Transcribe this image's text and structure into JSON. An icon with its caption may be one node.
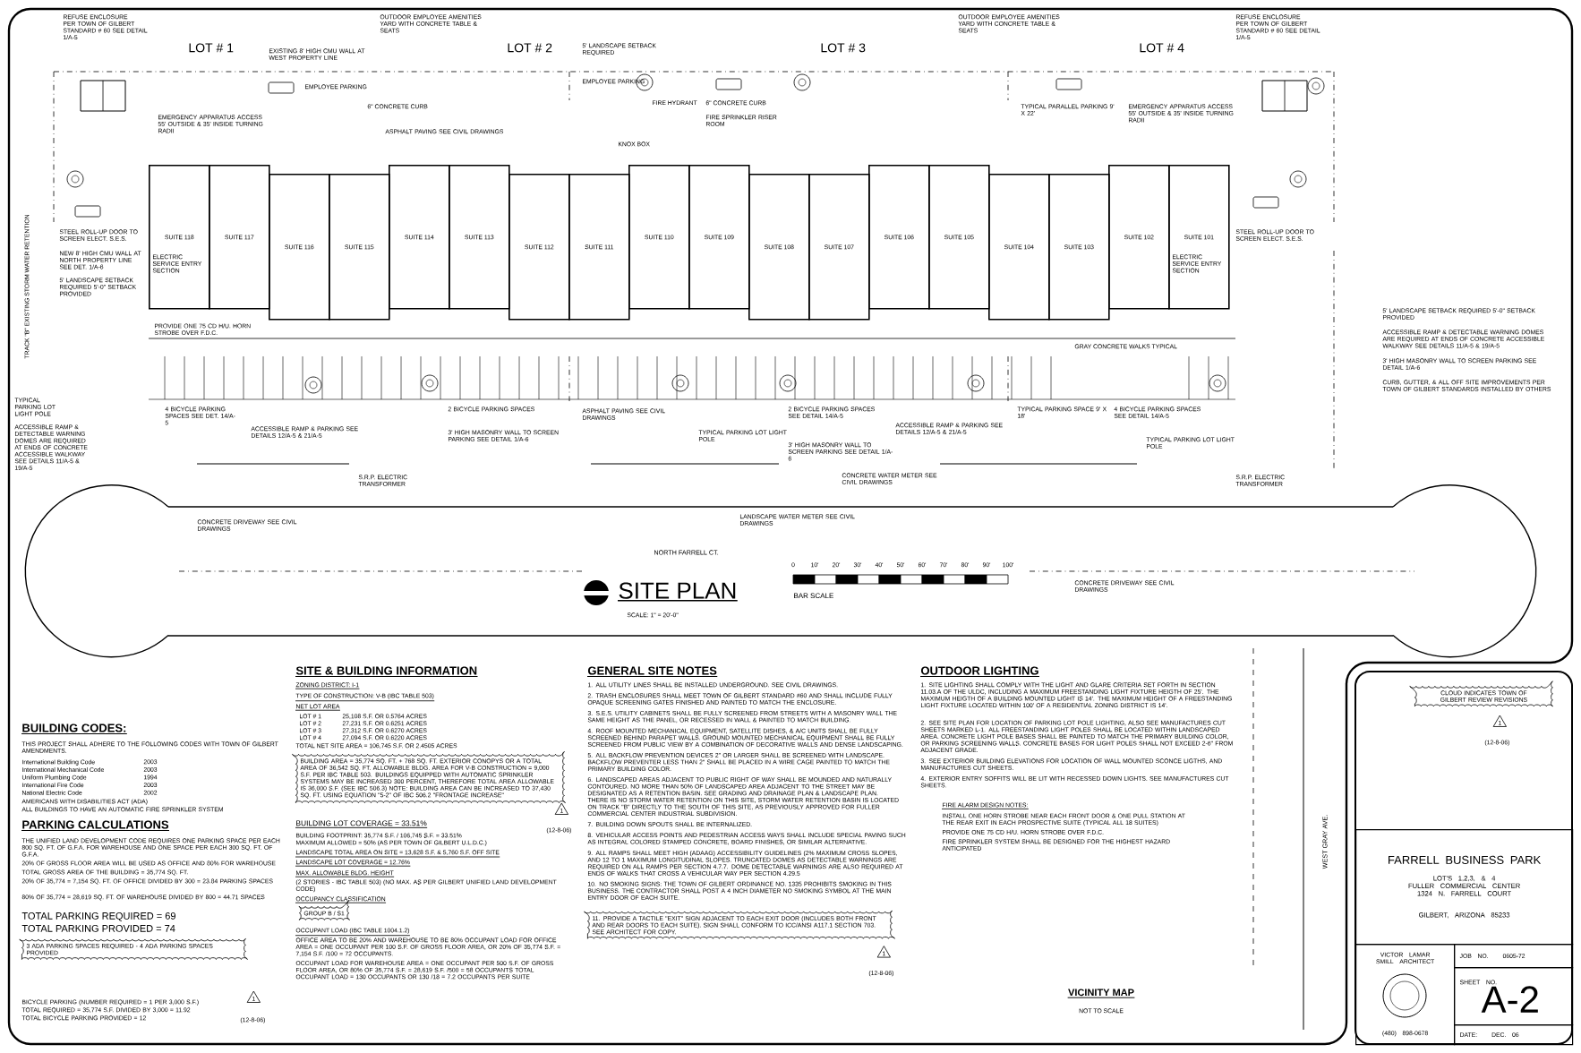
{
  "diagram": {
    "nodes": [
      {
        "text": [
          "SUITE 118"
        ]
      },
      {
        "text": [
          "SUITE 117"
        ]
      },
      {
        "text": [
          "SUITE 116"
        ]
      },
      {
        "text": [
          "SUITE 115"
        ]
      },
      {
        "text": [
          "SUITE 114"
        ]
      },
      {
        "text": [
          "SUITE 113"
        ]
      },
      {
        "text": [
          "SUITE 112"
        ]
      },
      {
        "text": [
          "SUITE 111"
        ]
      },
      {
        "text": [
          "SUITE 110"
        ]
      },
      {
        "text": [
          "SUITE 109"
        ]
      },
      {
        "text": [
          "SUITE 108"
        ]
      },
      {
        "text": [
          "SUITE 107"
        ]
      },
      {
        "text": [
          "SUITE 106"
        ]
      },
      {
        "text": [
          "SUITE 105"
        ]
      },
      {
        "text": [
          "SUITE 104"
        ]
      },
      {
        "text": [
          "SUITE 103"
        ]
      },
      {
        "text": [
          "SUITE 102"
        ]
      },
      {
        "text": [
          "SUITE 101"
        ]
      },
      {
        "text": [
          "BUILDING AREA = 35,774 SQ. FT. + 768 SQ. FT. EXTERIOR CONOPYS OR A TOTAL AREA OF 36,542 SQ. FT. ALLOWABLE BLDG. AREA FOR V-B CONSTRUCTION = 9,000 S.F. PER IBC TABLE 503. BUILDINGS EQUIPPED WITH AUTOMATIC SPRINKLER SYSTEMS MAY BE INCREASED 300 PERCENT, THEREFORE TOTAL AREA ALLOWABLE IS 36,000 S.F. (SEE IBC 506.3) NOTE: BUILDING AREA CAN BE INCREASED TO 37,430 SQ. FT. USING EQUATION \"5-2\" OF IBC 506.2 \"FRONTAGE INCREASE\""
        ]
      },
      {
        "text": [
          "3 ADA PARKING SPACES REQUIRED - 4 ADA PARKING SPACES PROVIDED"
        ]
      },
      {
        "text": [
          "GROUP B / S1"
        ]
      },
      {
        "text": [
          "11. PROVIDE A TACTILE \"EXIT\" SIGN ADJACENT TO EACH EXIT DOOR (INCLUDES BOTH FRONT AND REAR DOORS TO EACH SUITE). SIGN SHALL CONFORM TO ICC/ANSI A117.1 SECTION 703. SEE ARCHITECT FOR COPY."
        ]
      },
      {
        "text": [
          "CLOUD INDICATES TOWN OF GILBERT REVIEW REVISIONS"
        ]
      },
      {
        "text": [
          "FARRELL BUSINESS PARK",
          "LOT'S 1,2,3, & 4",
          "FULLER COMMERCIAL CENTER",
          "1324 N. FARRELL COURT",
          "GILBERT, ARIZONA 85233"
        ]
      },
      {
        "text": [
          "VICTOR LAMAR SMILL ARCHITECT",
          "(480) 898-0678"
        ]
      },
      {
        "text": [
          "JOB NO.",
          "0605-72"
        ]
      },
      {
        "text": [
          "SHEET NO.",
          "A-2"
        ]
      },
      {
        "text": [
          "DATE:",
          "DEC. 06"
        ]
      }
    ],
    "labels": [
      "LOT # 1",
      "LOT # 2",
      "LOT # 3",
      "LOT # 4",
      "TRACK \"B\" EXISTING STORM WATER RETENTION",
      "REFUSE ENCLOSURE PER TOWN OF GILBERT STANDARD # 60 SEE DETAIL 1/A-5",
      "EXISTING 8' HIGH CMU WALL AT WEST PROPERTY LINE",
      "EMPLOYEE PARKING",
      "OUTDOOR EMPLOYEE AMENITIES YARD WITH CONCRETE TABLE & SEATS",
      "EMERGENCY APPARATUS ACCESS 55' OUTSIDE & 35' INSIDE TURNING RADII",
      "6\" CONCRETE CURB",
      "ASPHALT PAVING SEE CIVIL DRAWINGS",
      "5' LANDSCAPE SETBACK REQUIRED",
      "EMPLOYEE PARKING",
      "FIRE HYDRANT",
      "6\" CONCRETE CURB",
      "FIRE SPRINKLER RISER ROOM",
      "KNOX BOX",
      "TYPICAL PARALLEL PARKING 9' X 22'",
      "EMERGENCY APPARATUS ACCESS 55' OUTSIDE & 35' INSIDE TURNING RADII",
      "OUTDOOR EMPLOYEE AMENITIES YARD WITH CONCRETE TABLE & SEATS",
      "REFUSE ENCLOSURE PER TOWN OF GILBERT STANDARD # 60 SEE DETAIL 1/A-5",
      "STEEL ROLL-UP DOOR TO SCREEN ELECT. S.E.S.",
      "NEW 8' HIGH CMU WALL AT NORTH PROPERTY LINE SEE DET. 1/A-6",
      "ELECTRIC SERVICE ENTRY SECTION",
      "PROVIDE ONE 75 CD H/U. HORN STROBE OVER F.D.C.",
      "5' LANDSCAPE SETBACK REQUIRED 5'-0\" SETBACK PROVIDED",
      "4 BICYCLE PARKING SPACES SEE DET. 14/A-5",
      "ACCESSIBLE RAMP & PARKING SEE DETAILS 12/A-5 & 21/A-5",
      "2 BICYCLE PARKING SPACES",
      "3' HIGH MASONRY WALL TO SCREEN PARKING SEE DETAIL 1/A-6",
      "ASPHALT PAVING SEE CIVIL DRAWINGS",
      "TYPICAL PARKING LOT LIGHT POLE",
      "TYPICAL PARKING LOT LIGHT POLE",
      "ACCESSIBLE RAMP & DETECTABLE WARNING DOMES ARE REQUIRED AT ENDS OF CONCRETE ACCESSIBLE WALKWAY SEE DETAILS 11/A-5 & 19/A-5",
      "S.R.P. ELECTRIC TRANSFORMER",
      "GRAY CONCRETE WALKS TYPICAL",
      "2 BICYCLE PARKING SPACES SEE DETAIL 14/A-5",
      "ACCESSIBLE RAMP & PARKING SEE DETAILS 12/A-5 & 21/A-5",
      "TYPICAL PARKING SPACE 9' X 18'",
      "4 BICYCLE PARKING SPACES SEE DETAIL 14/A-5",
      "3' HIGH MASONRY WALL TO SCREEN PARKING SEE DETAIL 1/A-6",
      "TYPICAL PARKING LOT LIGHT POLE",
      "CONCRETE WATER METER SEE CIVIL DRAWINGS",
      "S.R.P. ELECTRIC TRANSFORMER",
      "STEEL ROLL-UP DOOR TO SCREEN ELECT. S.E.S.",
      "ELECTRIC SERVICE ENTRY SECTION",
      "5' LANDSCAPE SETBACK REQUIRED 5'-0\" SETBACK PROVIDED",
      "ACCESSIBLE RAMP & DETECTABLE WARNING DOMES ARE REQUIRED AT ENDS OF CONCRETE ACCESSIBLE WALKWAY SEE DETAILS 11/A-5 & 19/A-5",
      "3' HIGH MASONRY WALL TO SCREEN PARKING SEE DETAIL 1/A-6",
      "CURB, GUTTER, & ALL OFF SITE IMPROVEMENTS PER TOWN OF GILBERT STANDARDS INSTALLED BY OTHERS",
      "CONCRETE DRIVEWAY SEE CIVIL DRAWINGS",
      "LANDSCAPE WATER METER SEE CIVIL DRAWINGS",
      "NORTH FARRELL CT.",
      "CONCRETE DRIVEWAY SEE CIVIL DRAWINGS",
      "SITE PLAN",
      "SCALE: 1\" = 20'-0\"",
      "BAR SCALE",
      "0",
      "10'",
      "20'",
      "30'",
      "40'",
      "50'",
      "60'",
      "70'",
      "80'",
      "90'",
      "100'",
      "WEST GRAY AVE.",
      "VICINITY MAP",
      "NOT TO SCALE",
      "BUILDING CODES:",
      "THIS PROJECT SHALL ADHERE TO THE FOLLOWING CODES WITH TOWN OF GILBERT AMENDMENTS.",
      "International Building Code",
      "2003",
      "International Mechanical Code",
      "2003",
      "Uniform Plumbing Code",
      "1994",
      "International Fire Code",
      "2003",
      "National Electric Code",
      "2002",
      "AMERICANS WITH DISABILITIES ACT (ADA)",
      "ALL BUILDINGS TO HAVE AN AUTOMATIC FIRE SPRINKLER SYSTEM",
      "PARKING CALCULATIONS",
      "THE UNIFIED LAND DEVELOPMENT CODE REQUIRES ONE PARKING SPACE PER EACH 800 SQ. FT. OF G.F.A. FOR WAREHOUSE AND ONE SPACE PER EACH 300 SQ. FT. OF G.F.A.",
      "20% OF GROSS FLOOR AREA WILL BE USED AS OFFICE AND 80% FOR WAREHOUSE",
      "TOTAL GROSS AREA OF THE BUILDING = 35,774 SQ. FT.",
      "20% OF 35,774 = 7,154 SQ. FT. OF OFFICE DIVIDED BY 300 = 23.84 PARKING SPACES",
      "80% OF 35,774 = 28,619 SQ. FT. OF WAREHOUSE DIVIDED BY 800 = 44.71 SPACES",
      "TOTAL PARKING REQUIRED = 69",
      "TOTAL PARKING PROVIDED = 74",
      "BICYCLE PARKING (NUMBER REQUIRED = 1 PER 3,000 S.F.)",
      "TOTAL REQUIRED = 35,774 S.F. DIVIDED BY 3,000 = 11.92",
      "TOTAL BICYCLE PARKING PROVIDED = 12",
      "1",
      "(12-8-06)",
      "SITE & BUILDING INFORMATION",
      "ZONING DISTRICT: I-1",
      "TYPE OF CONSTRUCTION: V-B (IBC TABLE 503)",
      "NET LOT AREA",
      "LOT # 1",
      "25,108 S.F. OR 0.5764 ACRES",
      "LOT # 2",
      "27,231 S.F. OR 0.6251 ACRES",
      "LOT # 3",
      "27,312 S.F. OR 0.6270 ACRES",
      "LOT # 4",
      "27,094 S.F. OR 0.6220 ACRES",
      "TOTAL NET SITE AREA = 106,745 S.F. OR 2.4505 ACRES",
      "1",
      "(12-8-06)",
      "BUILDING LOT COVERAGE = 33.51%",
      "BUILDING FOOTPRINT: 35,774 S.F. / 106,745 S.F. = 33.51%",
      "MAXIMUM ALLOWED = 50% (AS PER TOWN OF GILBERT U.L.D.C.)",
      "LANDSCAPE TOTAL AREA ON SITE = 13,628 S.F. & 5,760 S.F. OFF SITE",
      "LANDSCAPE LOT COVERAGE = 12.76%",
      "MAX. ALLOWABLE BLDG. HEIGHT",
      "(2 STORIES - IBC TABLE 503) (NO MAX. AS PER GILBERT UNIFIED LAND DEVELOPMENT CODE)",
      "OCCUPANCY CLASSIFICATION",
      "OCCUPANT LOAD (IBC TABLE 1004.1.2)",
      "OFFICE AREA TO BE 20% AND WAREHOUSE TO BE 80% OCCUPANT LOAD FOR OFFICE AREA = ONE OCCUPANT PER 100 S.F. OF GROSS FLOOR AREA, OR 20% OF 35,774 S.F. = 7,154 S.F. /100 = 72 OCCUPANTS.",
      "OCCUPANT LOAD FOR WAREHOUSE AREA = ONE OCCUPANT PER 500 S.F. OF GROSS FLOOR AREA, OR 80% OF 35,774 S.F. = 28,619 S.F. /500 = 58 OCCUPANTS TOTAL OCCUPANT LOAD = 130 OCCUPANTS OR 130 /18 = 7.2 OCCUPANTS PER SUITE",
      "GENERAL SITE NOTES",
      "1. ALL UTILITY LINES SHALL BE INSTALLED UNDERGROUND. SEE CIVIL DRAWINGS.",
      "2. TRASH ENCLOSURES SHALL MEET TOWN OF GILBERT STANDARD #60 AND SHALL INCLUDE FULLY OPAQUE SCREENING GATES FINISHED AND PAINTED TO MATCH THE ENCLOSURE.",
      "3. S.E.S. UTILITY CABINETS SHALL BE FULLY SCREENED FROM STREETS WITH A MASONRY WALL THE SAME HEIGHT AS THE PANEL, OR RECESSED IN WALL & PAINTED TO MATCH BUILDING.",
      "4. ROOF MOUNTED MECHANICAL EQUIPMENT, SATELLITE DISHES, & A/C UNITS SHALL BE FULLY SCREENED BEHIND PARAPET WALLS. GROUND MOUNTED MECHANICAL EQUIPMENT SHALL BE FULLY SCREENED FROM PUBLIC VIEW BY A COMBINATION OF DECORATIVE WALLS AND DENSE LANDSCAPING.",
      "5. ALL BACKFLOW PREVENTION DEVICES 2\" OR LARGER SHALL BE SCREENED WITH LANDSCAPE. BACKFLOW PREVENTER LESS THAN 2\" SHALL BE PLACED IN A WIRE CAGE PAINTED TO MATCH THE PRIMARY BUILDING COLOR.",
      "6. LANDSCAPED AREAS ADJACENT TO PUBLIC RIGHT OF WAY SHALL BE MOUNDED AND NATURALLY CONTOURED. NO MORE THAN 50% OF LANDSCAPED AREA ADJACENT TO THE STREET MAY BE DESIGNATED AS A RETENTION BASIN. SEE GRADING AND DRAINAGE PLAN & LANDSCAPE PLAN. THERE IS NO STORM WATER RETENTION ON THIS SITE, STORM WATER RETENTION BASIN IS LOCATED ON TRACK \"B\" DIRECTLY TO THE SOUTH OF THIS SITE, AS PREVIOUSLY APPROVED FOR FULLER COMMERCIAL CENTER INDUSTRIAL SUBDIVISION.",
      "7. BUILDING DOWN SPOUTS SHALL BE INTERNALIZED.",
      "8. VEHICULAR ACCESS POINTS AND PEDESTRIAN ACCESS WAYS SHALL INCLUDE SPECIAL PAVING SUCH AS INTEGRAL COLORED STAMPED CONCRETE, BOARD FINISHES, OR SIMILAR ALTERNATIVE.",
      "9. ALL RAMPS SHALL MEET HIGH (ADAAG) ACCESSIBILITY GUIDELINES (2% MAXIMUM CROSS SLOPES, AND 12 TO 1 MAXIMUM LONGITUDINAL SLOPES. TRUNCATED DOMES AS DETECTABLE WARNINGS ARE REQUIRED ON ALL RAMPS PER SECTION 4.7.7. DOME DETECTABLE WARNINGS ARE ALSO REQUIRED AT ENDS OF WALKS THAT CROSS A VEHICULAR WAY PER SECTION 4.29.5",
      "10. NO SMOKING SIGNS: THE TOWN OF GILBERT ORDINANCE NO. 1335 PROHIBITS SMOKING IN THIS BUSINESS. THE CONTRACTOR SHALL POST A 4 INCH DIAMETER NO SMOKING SYMBOL AT THE MAIN ENTRY DOOR OF EACH SUITE.",
      "1",
      "(12-8-06)",
      "OUTDOOR LIGHTING",
      "1. SITE LIGHTING SHALL COMPLY WITH THE LIGHT AND GLARE CRITERIA SET FORTH IN SECTION 11.03.A OF THE ULDC, INCLUDING A MAXIMUM FREESTANDING LIGHT FIXTURE HEIGTH OF 25'. THE MAXIMUM HEIGTH OF A BUILDING MOUNTED LIGHT IS 14'. THE MAXIMUM HEIGHT OF A FREESTANDING LIGHT FIXTURE LOCATED WITHIN 100' OF A RESIDENTIAL ZONING DISTRICT IS 14'.",
      "2. SEE SITE PLAN FOR LOCATION OF PARKING LOT POLE LIGHTING, ALSO SEE MANUFACTURES CUT SHEETS MARKED L-1. ALL FREESTANDING LIGHT POLES SHALL BE LOCATED WITHIN LANDSCAPED AREA. CONCRETE LIGHT POLE BASES SHALL BE PAINTED TO MATCH THE PRIMARY BUILDING COLOR, OR PARKING SCREENING WALLS. CONCRETE BASES FOR LIGHT POLES SHALL NOT EXCEED 2-6\" FROM ADJACENT GRADE.",
      "3. SEE EXTERIOR BUILDING ELEVATIONS FOR LOCATION OF WALL MOUNTED SCONCE LIGTHS, AND MANUFACTURES CUT SHEETS.",
      "4. EXTERIOR ENTRY SOFFITS WILL BE LIT WITH RECESSED DOWN LIGHTS. SEE MANUFACTURES CUT SHEETS.",
      "FIRE ALARM DESIGN NOTES:",
      "INSTALL ONE HORN STROBE NEAR EACH FRONT DOOR & ONE PULL STATION AT THE REAR EXIT IN EACH PROSPECTIVE SUITE (TYPICAL ALL 18 SUITES)",
      "PROVIDE ONE 75 CD H/U. HORN STROBE OVER F.D.C.",
      "FIRE SPRINKLER SYSTEM SHALL BE DESIGNED FOR THE HIGHEST HAZARD ANTICIPATED",
      "1",
      "(12-8-06)"
    ]
  }
}
